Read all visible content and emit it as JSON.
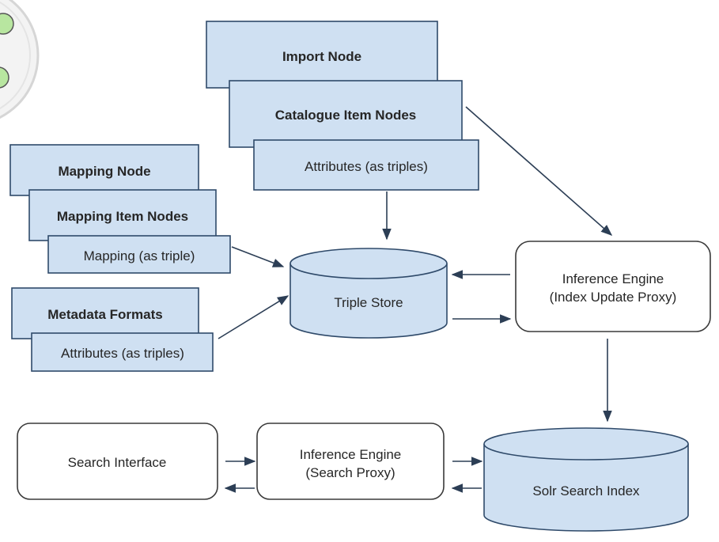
{
  "nodes": {
    "import_node": "Import Node",
    "catalogue_item_nodes": "Catalogue Item Nodes",
    "catalogue_attributes": "Attributes (as triples)",
    "mapping_node": "Mapping Node",
    "mapping_item_nodes": "Mapping Item Nodes",
    "mapping_triple": "Mapping (as triple)",
    "metadata_formats": "Metadata Formats",
    "metadata_attributes": "Attributes (as triples)",
    "triple_store": "Triple Store",
    "inference_update_line1": "Inference Engine",
    "inference_update_line2": "(Index Update Proxy)",
    "search_interface": "Search Interface",
    "inference_search_line1": "Inference Engine",
    "inference_search_line2": "(Search Proxy)",
    "solr_index": "Solr Search Index"
  },
  "colors": {
    "node_fill": "#cfe0f2",
    "node_stroke": "#2f4a6a",
    "edge": "#2c3e55",
    "decor_green": "#b8e6a0"
  }
}
